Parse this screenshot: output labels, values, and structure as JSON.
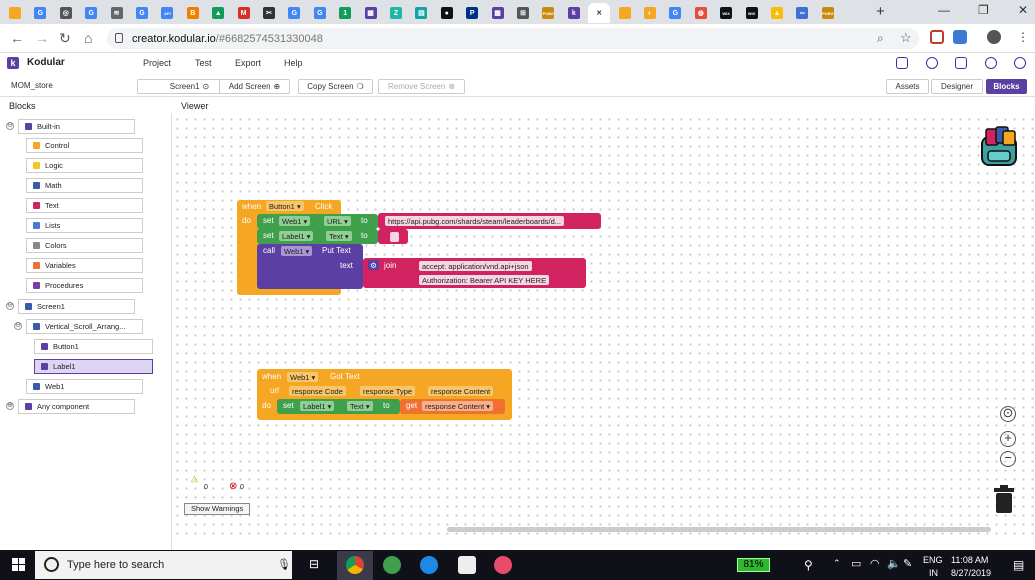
{
  "browser": {
    "tabs": [
      {
        "icon": "kodular-icon",
        "color": "#f5a623",
        "letter": ""
      },
      {
        "icon": "google-icon",
        "color": "#4285f4",
        "letter": "G"
      },
      {
        "icon": "globe-icon",
        "color": "#555",
        "letter": "◎"
      },
      {
        "icon": "google-icon",
        "color": "#4285f4",
        "letter": "G"
      },
      {
        "icon": "wifi-icon",
        "color": "#666",
        "letter": "≋"
      },
      {
        "icon": "google-icon",
        "color": "#4285f4",
        "letter": "G"
      },
      {
        "icon": "api-icon",
        "color": "#4285f4",
        "letter": "API"
      },
      {
        "icon": "blogger-icon",
        "color": "#f57d00",
        "letter": "B"
      },
      {
        "icon": "drive-icon",
        "color": "#0f9d58",
        "letter": "▲"
      },
      {
        "icon": "gmail-icon",
        "color": "#d93025",
        "letter": "M"
      },
      {
        "icon": "tools-icon",
        "color": "#333",
        "letter": "✂"
      },
      {
        "icon": "google-icon",
        "color": "#4285f4",
        "letter": "G"
      },
      {
        "icon": "google-icon",
        "color": "#4285f4",
        "letter": "G"
      },
      {
        "icon": "one-icon",
        "color": "#0f9d58",
        "letter": "1"
      },
      {
        "icon": "purple-app-icon",
        "color": "#5b3fa3",
        "letter": "▦"
      },
      {
        "icon": "teal-app-icon",
        "color": "#1db9a4",
        "letter": "Z"
      },
      {
        "icon": "doc-icon",
        "color": "#12a4a4",
        "letter": "▤"
      },
      {
        "icon": "github-icon",
        "color": "#111",
        "letter": "●"
      },
      {
        "icon": "paypal-icon",
        "color": "#003087",
        "letter": "P"
      },
      {
        "icon": "purple-app-icon",
        "color": "#5b3fa3",
        "letter": "▦"
      },
      {
        "icon": "grid-icon",
        "color": "#555",
        "letter": "⊞"
      },
      {
        "icon": "pubg-icon",
        "color": "#c88a0a",
        "letter": "PUBG"
      },
      {
        "icon": "kodular-k-icon",
        "color": "#5b3fa3",
        "letter": "k"
      },
      {
        "icon": "active-tab-close-icon",
        "color": "#fff",
        "letter": "✕"
      },
      {
        "icon": "kodular-icon",
        "color": "#f5a623",
        "letter": ""
      },
      {
        "icon": "orange-loop-icon",
        "color": "#f5a623",
        "letter": "◐"
      },
      {
        "icon": "google-icon",
        "color": "#4285f4",
        "letter": "G"
      },
      {
        "icon": "red-app-icon",
        "color": "#e94b3c",
        "letter": "◍"
      },
      {
        "icon": "wix-icon",
        "color": "#111",
        "letter": "WIX"
      },
      {
        "icon": "wix-icon",
        "color": "#111",
        "letter": "WIX"
      },
      {
        "icon": "ads-icon",
        "color": "#fbbc05",
        "letter": "▲"
      },
      {
        "icon": "infinity-icon",
        "color": "#3c6fd8",
        "letter": "∞"
      },
      {
        "icon": "pubg-icon",
        "color": "#c88a0a",
        "letter": "PUBG"
      }
    ],
    "url_host": "creator.kodular.io",
    "url_rest": "/#6682574531330048"
  },
  "app": {
    "brand": "Kodular",
    "menus": [
      "Project",
      "Test",
      "Export",
      "Help"
    ],
    "project_name": "MOM_store",
    "screen_select": "Screen1",
    "add_screen": "Add Screen",
    "copy_screen": "Copy Screen",
    "remove_screen": "Remove Screen",
    "assets": "Assets",
    "designer": "Designer",
    "blocks": "Blocks"
  },
  "panels": {
    "blocks_title": "Blocks",
    "viewer_title": "Viewer"
  },
  "tree": [
    {
      "label": "Built-in",
      "color": "#5b3fa3",
      "toggle": "⊖",
      "level": 0
    },
    {
      "label": "Control",
      "color": "#f5a623",
      "level": 1
    },
    {
      "label": "Logic",
      "color": "#f5c623",
      "level": 1
    },
    {
      "label": "Math",
      "color": "#3a5ba8",
      "level": 1
    },
    {
      "label": "Text",
      "color": "#d0235f",
      "level": 1
    },
    {
      "label": "Lists",
      "color": "#4a7ad6",
      "level": 1
    },
    {
      "label": "Colors",
      "color": "#888",
      "level": 1
    },
    {
      "label": "Variables",
      "color": "#f07030",
      "level": 1
    },
    {
      "label": "Procedures",
      "color": "#7b3fa3",
      "level": 1
    },
    {
      "label": "Screen1",
      "color": "#3a5ba8",
      "toggle": "⊖",
      "level": 0
    },
    {
      "label": "Vertical_Scroll_Arrang...",
      "color": "#3a5ba8",
      "toggle": "⊖",
      "level": 1
    },
    {
      "label": "Button1",
      "color": "#5b3fa3",
      "level": 2
    },
    {
      "label": "Label1",
      "color": "#5b3fa3",
      "level": 2,
      "selected": true
    },
    {
      "label": "Web1",
      "color": "#3a5ba8",
      "level": 1
    },
    {
      "label": "Any component",
      "color": "#5b3fa3",
      "toggle": "⊕",
      "level": 0
    }
  ],
  "blocks": {
    "event1": {
      "when": "when",
      "component": "Button1",
      "event": "Click",
      "do": "do"
    },
    "set1": {
      "set": "set",
      "component": "Web1",
      "prop": "URL",
      "to": "to",
      "value": "https://api.pubg.com/shards/steam/leaderboards/d..."
    },
    "set2": {
      "set": "set",
      "component": "Label1",
      "prop": "Text",
      "to": "to"
    },
    "call1": {
      "call": "call",
      "component": "Web1",
      "method": "Put Text",
      "text": "text",
      "join": "join",
      "join_a": "accept: application/vnd.api+json",
      "join_b": "Authorization: Bearer API KEY HERE"
    },
    "event2": {
      "when": "when",
      "component": "Web1",
      "event": "Got Text",
      "url": "url",
      "p1": "response Code",
      "p2": "response Type",
      "p3": "response Content",
      "do": "do"
    },
    "set3": {
      "set": "set",
      "component": "Label1",
      "prop": "Text",
      "to": "to",
      "get": "get",
      "var": "response Content"
    }
  },
  "warnings": {
    "warn_count": "0",
    "error_count": "0",
    "button": "Show Warnings"
  },
  "taskbar": {
    "search_placeholder": "Type here to search",
    "battery": "81%",
    "lang": "ENG",
    "region": "IN",
    "time": "11:08 AM",
    "date": "8/27/2019"
  }
}
